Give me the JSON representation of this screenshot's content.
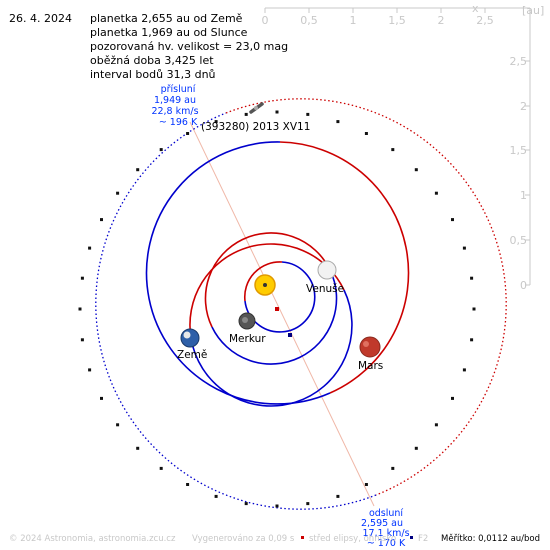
{
  "header": {
    "date": "26. 4. 2024",
    "lines": [
      "planetka 2,655 au od Země",
      "planetka 1,969 au od Slunce",
      "pozorovaná hv. velikost = 23,0 mag",
      "oběžná doba 3,425 let",
      "interval bodů 31,3 dnů"
    ]
  },
  "scale_axes": {
    "top_ticks": [
      "0",
      "0,5",
      "1",
      "1,5",
      "2",
      "2,5"
    ],
    "right_ticks": [
      "2,5",
      "2",
      "1,5",
      "1",
      "0,5",
      "0"
    ],
    "x_label": "x",
    "unit_label": "[au]"
  },
  "asteroid": {
    "name": "(393280) 2013 XV11"
  },
  "perihelion": {
    "title": "přísluní",
    "distance": "1,949 au",
    "speed": "22,8 km/s",
    "temperature": "~ 196 K"
  },
  "aphelion": {
    "title": "odsluní",
    "distance": "2,595 au",
    "speed": "17,1 km/s",
    "temperature": "~ 170 K"
  },
  "planets": {
    "venus": "Venuše",
    "mercury": "Merkur",
    "earth": "Země",
    "mars": "Mars"
  },
  "footer": {
    "copyright": "© 2024 Astronomia, astronomia.zcu.cz",
    "generated": "Vygenerováno za 0,09 s",
    "legend": "střed elipsy, ohnisko",
    "f2": "F2",
    "scale": "Měřítko: 0,0112 au/bod"
  },
  "colors": {
    "orbit_blue": "#0000cc",
    "orbit_red": "#cc0000",
    "label_blue": "#0033ff",
    "axis_grey": "#c8c8c8",
    "sun": "#ffcc00",
    "mars": "#c0392b"
  }
}
